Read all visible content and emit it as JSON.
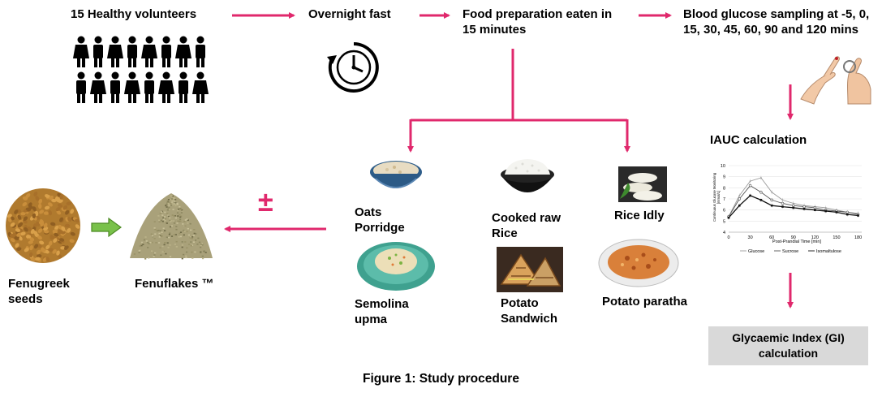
{
  "steps": {
    "volunteers": "15 Healthy volunteers",
    "fast": "Overnight fast",
    "food_prep": "Food preparation eaten in\n15 minutes",
    "sampling": "Blood glucose sampling at -5, 0,\n15, 30, 45, 60, 90 and 120 mins",
    "iauc": "IAUC calculation",
    "gi": "Glycaemic Index (GI)\ncalculation"
  },
  "foods": {
    "oats": "Oats\nPorridge",
    "rice": "Cooked raw\nRice",
    "idly": "Rice Idly",
    "upma": "Semolina\nupma",
    "sandwich": "Potato\nSandwich",
    "paratha": "Potato paratha"
  },
  "ingredients": {
    "seeds": "Fenugreek\nseeds",
    "flakes": "Fenuflakes ™",
    "plusminus": "±"
  },
  "caption": "Figure 1: Study procedure",
  "chart_data": {
    "type": "line",
    "xlabel": "Post-Prandial Time [min]",
    "ylabel": "Continuous Glucose Monitoring\n[mmol/L]",
    "x": [
      0,
      15,
      30,
      45,
      60,
      75,
      90,
      105,
      120,
      135,
      150,
      165,
      180
    ],
    "xticks": [
      0,
      30,
      60,
      90,
      120,
      150,
      180
    ],
    "yticks": [
      4,
      5,
      6,
      7,
      8,
      9,
      10
    ],
    "ylim": [
      4,
      10
    ],
    "xlim": [
      0,
      185
    ],
    "series": [
      {
        "name": "Glucose",
        "values": [
          5.4,
          7.3,
          8.6,
          8.9,
          7.6,
          6.9,
          6.6,
          6.4,
          6.3,
          6.2,
          6.0,
          5.8,
          5.7
        ]
      },
      {
        "name": "Sucrose",
        "values": [
          5.4,
          7.0,
          8.2,
          7.6,
          6.9,
          6.6,
          6.4,
          6.3,
          6.2,
          6.0,
          5.9,
          5.8,
          5.6
        ]
      },
      {
        "name": "Isomaltulose",
        "values": [
          5.3,
          6.4,
          7.3,
          6.9,
          6.4,
          6.3,
          6.2,
          6.1,
          6.0,
          5.9,
          5.8,
          5.6,
          5.5
        ]
      }
    ],
    "colors": [
      "#9a9a9a",
      "#555555",
      "#111111"
    ],
    "legend": "bottom"
  }
}
